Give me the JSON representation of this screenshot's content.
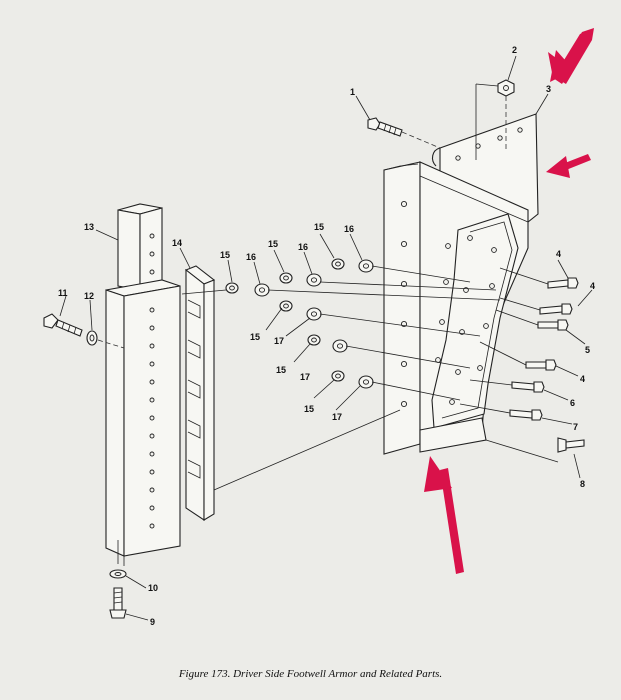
{
  "figure": {
    "caption": "Figure 173.  Driver Side Footwell Armor and Related Parts."
  },
  "callouts": [
    {
      "id": "c1",
      "text": "1"
    },
    {
      "id": "c2",
      "text": "2"
    },
    {
      "id": "c3",
      "text": "3"
    },
    {
      "id": "c4a",
      "text": "4"
    },
    {
      "id": "c4b",
      "text": "4"
    },
    {
      "id": "c4c",
      "text": "4"
    },
    {
      "id": "c5",
      "text": "5"
    },
    {
      "id": "c6",
      "text": "6"
    },
    {
      "id": "c7",
      "text": "7"
    },
    {
      "id": "c8",
      "text": "8"
    },
    {
      "id": "c9",
      "text": "9"
    },
    {
      "id": "c10",
      "text": "10"
    },
    {
      "id": "c11",
      "text": "11"
    },
    {
      "id": "c12",
      "text": "12"
    },
    {
      "id": "c13",
      "text": "13"
    },
    {
      "id": "c14",
      "text": "14"
    },
    {
      "id": "c15a",
      "text": "15"
    },
    {
      "id": "c15b",
      "text": "15"
    },
    {
      "id": "c15c",
      "text": "15"
    },
    {
      "id": "c15d",
      "text": "15"
    },
    {
      "id": "c15e",
      "text": "15"
    },
    {
      "id": "c15f",
      "text": "15"
    },
    {
      "id": "c16a",
      "text": "16"
    },
    {
      "id": "c16b",
      "text": "16"
    },
    {
      "id": "c16c",
      "text": "16"
    },
    {
      "id": "c17a",
      "text": "17"
    },
    {
      "id": "c17b",
      "text": "17"
    },
    {
      "id": "c17c",
      "text": "17"
    }
  ],
  "colors": {
    "background": "#ecece8",
    "line": "#222222",
    "highlight_arrow": "#d9124a"
  }
}
